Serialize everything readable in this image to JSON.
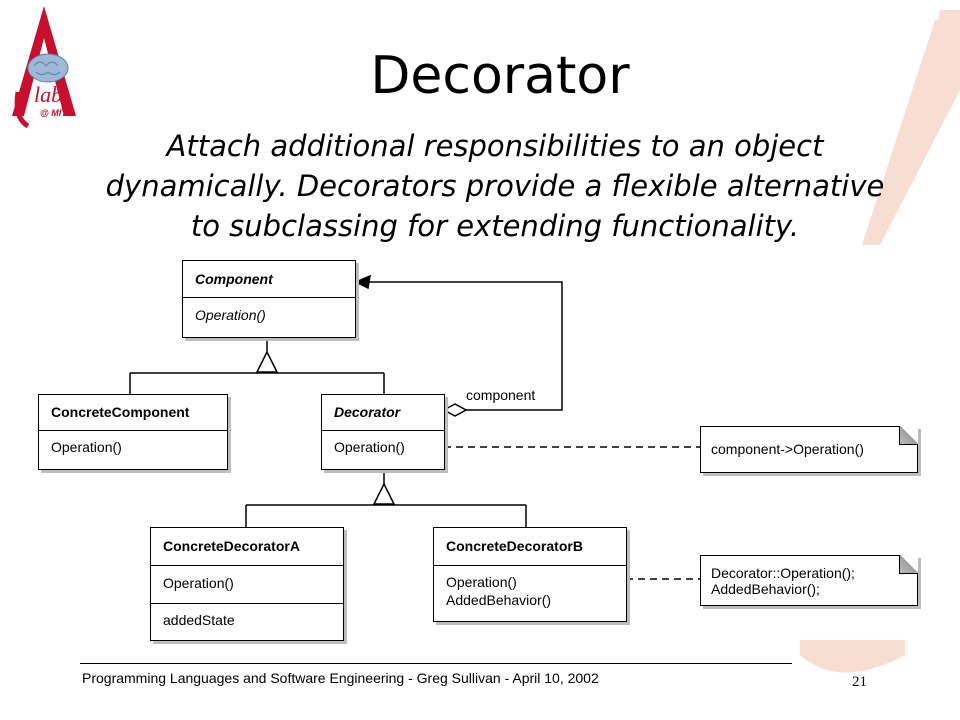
{
  "slide": {
    "title": "Decorator",
    "subtitle_lines": [
      "Attach additional responsibilities to an object",
      "dynamically. Decorators provide a flexible alternative",
      "to subclassing for extending functionality."
    ],
    "logo_text": "lab",
    "logo_subtext": "@ MIT",
    "footer": "Programming Languages and Software Engineering  -  Greg Sullivan  -   April 10, 2002",
    "page_number": "21",
    "accent_color": "#f5d5c8"
  },
  "diagram": {
    "classes": {
      "component": {
        "name": "Component",
        "operation": "Operation()"
      },
      "concrete_component": {
        "name": "ConcreteComponent",
        "operation": "Operation()"
      },
      "decorator": {
        "name": "Decorator",
        "operation": "Operation()"
      },
      "concrete_decorator_a": {
        "name": "ConcreteDecoratorA",
        "operation": "Operation()",
        "state": "addedState"
      },
      "concrete_decorator_b": {
        "name": "ConcreteDecoratorB",
        "operation": "Operation()",
        "behavior": "AddedBehavior()"
      }
    },
    "aggregation_label": "component",
    "notes": {
      "decorator_note": "component->Operation()",
      "decorator_b_note_line1": "Decorator::Operation();",
      "decorator_b_note_line2": "AddedBehavior();"
    }
  }
}
